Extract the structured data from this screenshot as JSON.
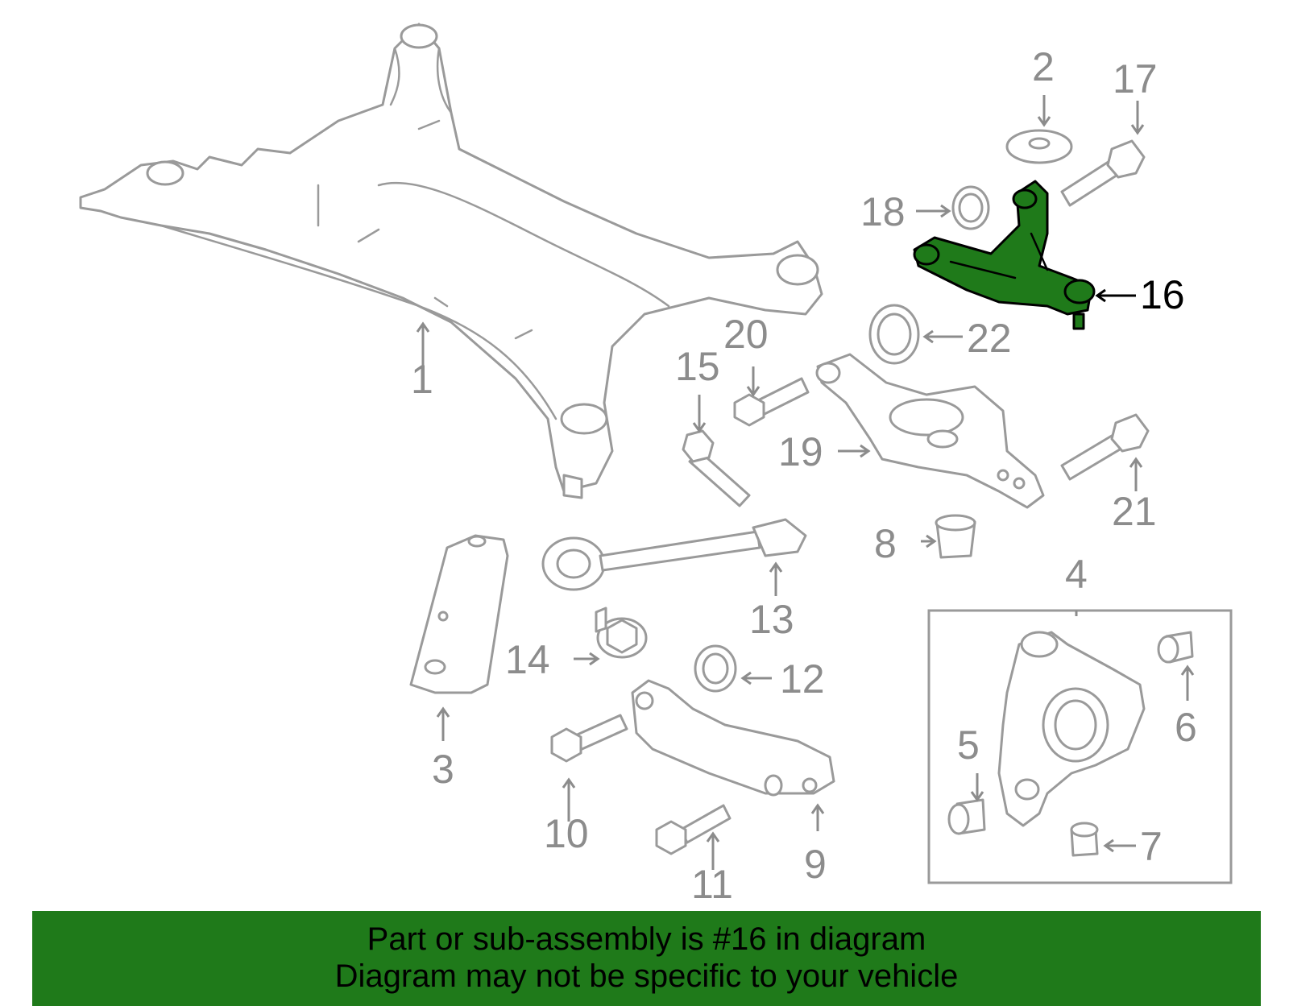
{
  "callouts": {
    "c1": "1",
    "c2": "2",
    "c3": "3",
    "c4": "4",
    "c5": "5",
    "c6": "6",
    "c7": "7",
    "c8": "8",
    "c9": "9",
    "c10": "10",
    "c11": "11",
    "c12": "12",
    "c13": "13",
    "c14": "14",
    "c15": "15",
    "c16": "16",
    "c17": "17",
    "c18": "18",
    "c19": "19",
    "c20": "20",
    "c21": "21",
    "c22": "22"
  },
  "highlighted_part": "16",
  "colors": {
    "highlight": "#1f7a1a",
    "outline": "#9a9a9a",
    "label": "#8c8c8c"
  },
  "banner": {
    "line1": "Part or sub-assembly is #16 in diagram",
    "line2": "Diagram may not be specific to your vehicle"
  }
}
